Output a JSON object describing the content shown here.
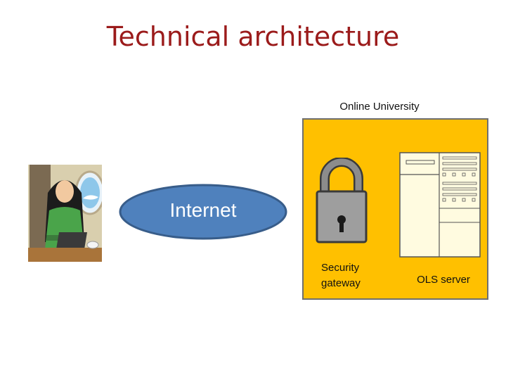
{
  "slide": {
    "title": "Technical architecture"
  },
  "diagram": {
    "zone_label": "Online University",
    "internet_label": "Internet",
    "gateway_label_line1": "Security",
    "gateway_label_line2": "gateway",
    "server_label": "OLS server"
  },
  "colors": {
    "title": "#9b1b1b",
    "zone_fill": "#ffc000",
    "internet_fill": "#4f81bd",
    "lock_body": "#9e9e9e"
  },
  "icons": [
    "user-laptop-illustration",
    "lock-icon",
    "server-icon"
  ]
}
